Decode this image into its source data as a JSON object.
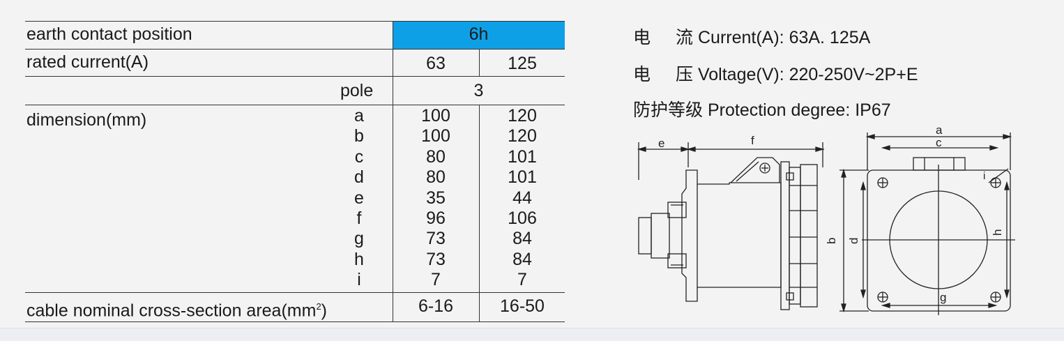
{
  "table": {
    "earth_label": "earth contact position",
    "earth_value": "6h",
    "rated_label": "rated current(A)",
    "rated": [
      "63",
      "125"
    ],
    "pole_label": "pole",
    "pole_value": "3",
    "dimension_label": "dimension(mm)",
    "dim_letters": [
      "a",
      "b",
      "c",
      "d",
      "e",
      "f",
      "g",
      "h",
      "i"
    ],
    "dim_col1": [
      "100",
      "100",
      "80",
      "80",
      "35",
      "96",
      "73",
      "73",
      "7"
    ],
    "dim_col2": [
      "120",
      "120",
      "101",
      "101",
      "44",
      "106",
      "84",
      "84",
      "7"
    ],
    "cable_label": "cable nominal cross-section area(mm",
    "cable_sup": "2",
    "cable_close": ")",
    "cable": [
      "6-16",
      "16-50"
    ]
  },
  "specs": {
    "current_cn1": "电",
    "current_cn2": "流",
    "current_en": "Current(A): 63A. 125A",
    "voltage_cn1": "电",
    "voltage_cn2": "压",
    "voltage_en": "Voltage(V): 220-250V~2P+E",
    "protection_cn": "防护等级",
    "protection_en": "Protection degree: IP67"
  },
  "drawing_labels": {
    "a": "a",
    "b": "b",
    "c": "c",
    "d": "d",
    "e": "e",
    "f": "f",
    "g": "g",
    "h": "h",
    "i": "i"
  }
}
